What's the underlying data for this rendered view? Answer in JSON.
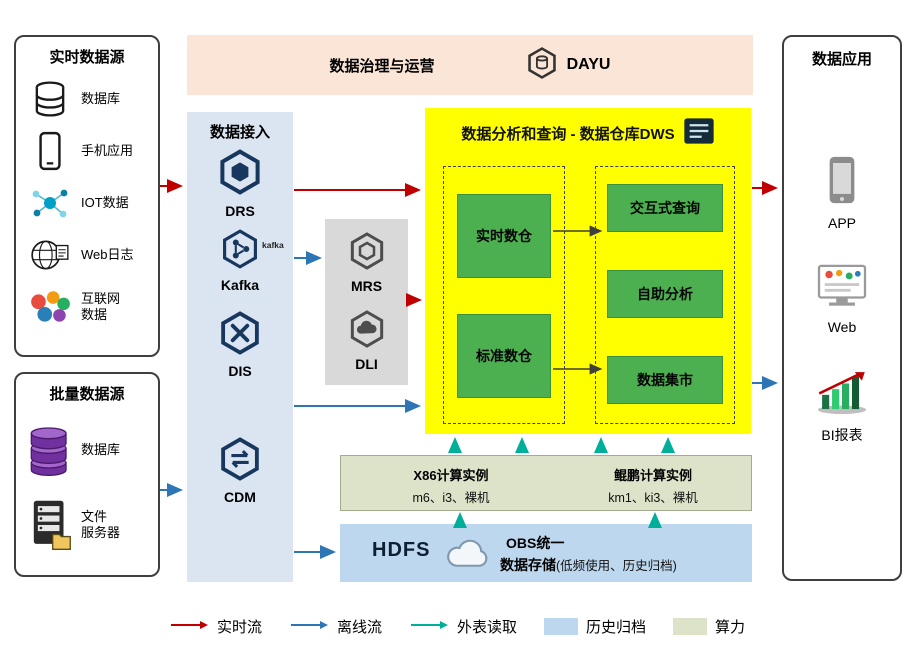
{
  "colors": {
    "realtime_flow": "#c00000",
    "offline_flow": "#2e75b6",
    "external_read": "#00af9a",
    "archive_bg": "#bdd7ee",
    "compute_bg": "#dce3c8",
    "dws_bg": "#ffff00",
    "warehouse_green": "#4caf50",
    "ingestion_bg": "#dbe5f1",
    "governance_bg": "#fbe5d6",
    "platform_bg": "#d9d9d9"
  },
  "realtime_sources": {
    "title": "实时数据源",
    "items": [
      {
        "label": "数据库",
        "icon": "database-icon"
      },
      {
        "label": "手机应用",
        "icon": "phone-icon"
      },
      {
        "label": "IOT数据",
        "icon": "iot-icon"
      },
      {
        "label": "Web日志",
        "icon": "weblog-icon"
      },
      {
        "label": "互联网\n数据",
        "icon": "internet-data-icon"
      }
    ]
  },
  "batch_sources": {
    "title": "批量数据源",
    "items": [
      {
        "label": "数据库",
        "icon": "purple-database-icon"
      },
      {
        "label": "文件\n服务器",
        "icon": "file-server-icon"
      }
    ]
  },
  "governance": {
    "title": "数据治理与运营",
    "product": "DAYU"
  },
  "ingestion": {
    "title": "数据接入",
    "items": [
      {
        "label": "DRS"
      },
      {
        "label": "Kafka",
        "badge": "kafka"
      },
      {
        "label": "DIS"
      },
      {
        "label": "CDM"
      }
    ]
  },
  "platform": {
    "items": [
      {
        "label": "MRS"
      },
      {
        "label": "DLI"
      }
    ]
  },
  "dws": {
    "title": "数据分析和查询 - 数据仓库DWS",
    "warehouses": [
      {
        "label": "实时数仓"
      },
      {
        "label": "标准数仓"
      }
    ],
    "services": [
      {
        "label": "交互式查询"
      },
      {
        "label": "自助分析"
      },
      {
        "label": "数据集市"
      }
    ]
  },
  "compute": {
    "groups": [
      {
        "name": "X86计算实例",
        "spec": "m6、i3、裸机"
      },
      {
        "name": "鲲鹏计算实例",
        "spec": "km1、ki3、裸机"
      }
    ]
  },
  "storage": {
    "hdfs": "HDFS",
    "obs_line1": "OBS统一",
    "obs_line2": "数据存储",
    "obs_note": "(低频使用、历史归档)"
  },
  "applications": {
    "title": "数据应用",
    "items": [
      {
        "label": "APP"
      },
      {
        "label": "Web"
      },
      {
        "label": "BI报表"
      }
    ]
  },
  "legend": {
    "items": [
      {
        "label": "实时流",
        "kind": "arrow",
        "color": "#c00000"
      },
      {
        "label": "离线流",
        "kind": "arrow",
        "color": "#2e75b6"
      },
      {
        "label": "外表读取",
        "kind": "arrow",
        "color": "#00af9a"
      },
      {
        "label": "历史归档",
        "kind": "swatch",
        "color": "#bdd7ee"
      },
      {
        "label": "算力",
        "kind": "swatch",
        "color": "#dce3c8"
      }
    ]
  }
}
